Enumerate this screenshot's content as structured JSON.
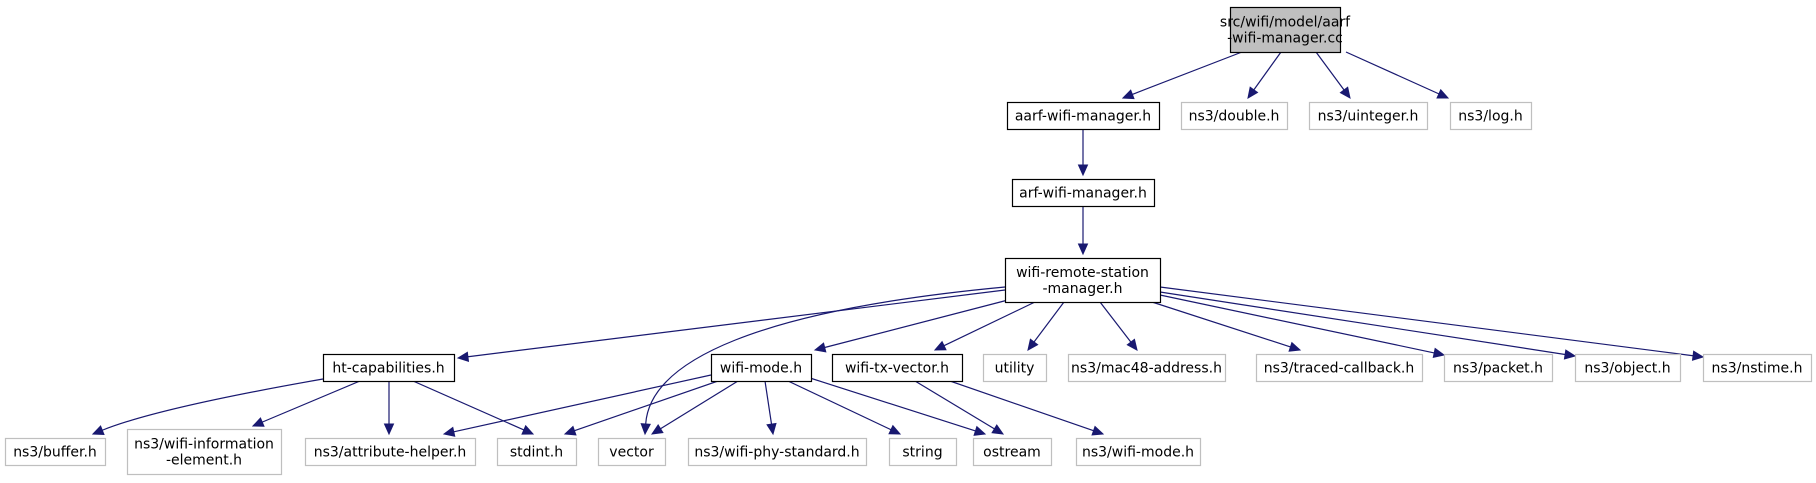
{
  "diagram": {
    "type": "include-dependency-graph",
    "colors": {
      "edge": "#191970",
      "root_fill": "#bfbfbf",
      "local_border": "#000000",
      "external_border": "#bfbfbf"
    },
    "nodes": [
      {
        "id": "aarf_cc",
        "label": "src/wifi/model/aarf\n-wifi-manager.cc",
        "kind": "root"
      },
      {
        "id": "aarf_h",
        "label": "aarf-wifi-manager.h",
        "kind": "local"
      },
      {
        "id": "double_h",
        "label": "ns3/double.h",
        "kind": "external"
      },
      {
        "id": "uinteger_h",
        "label": "ns3/uinteger.h",
        "kind": "external"
      },
      {
        "id": "log_h",
        "label": "ns3/log.h",
        "kind": "external"
      },
      {
        "id": "arf_h",
        "label": "arf-wifi-manager.h",
        "kind": "local"
      },
      {
        "id": "wrsm_h",
        "label": "wifi-remote-station\n-manager.h",
        "kind": "local"
      },
      {
        "id": "htcap_h",
        "label": "ht-capabilities.h",
        "kind": "local"
      },
      {
        "id": "wifimode_h",
        "label": "wifi-mode.h",
        "kind": "local"
      },
      {
        "id": "txvec_h",
        "label": "wifi-tx-vector.h",
        "kind": "local"
      },
      {
        "id": "utility",
        "label": "utility",
        "kind": "external"
      },
      {
        "id": "mac48_h",
        "label": "ns3/mac48-address.h",
        "kind": "external"
      },
      {
        "id": "traced_h",
        "label": "ns3/traced-callback.h",
        "kind": "external"
      },
      {
        "id": "packet_h",
        "label": "ns3/packet.h",
        "kind": "external"
      },
      {
        "id": "object_h",
        "label": "ns3/object.h",
        "kind": "external"
      },
      {
        "id": "nstime_h",
        "label": "ns3/nstime.h",
        "kind": "external"
      },
      {
        "id": "buffer_h",
        "label": "ns3/buffer.h",
        "kind": "external"
      },
      {
        "id": "wie_h",
        "label": "ns3/wifi-information\n-element.h",
        "kind": "external"
      },
      {
        "id": "attr_h",
        "label": "ns3/attribute-helper.h",
        "kind": "external"
      },
      {
        "id": "stdint_h",
        "label": "stdint.h",
        "kind": "external"
      },
      {
        "id": "vector",
        "label": "vector",
        "kind": "external"
      },
      {
        "id": "phystd_h",
        "label": "ns3/wifi-phy-standard.h",
        "kind": "external"
      },
      {
        "id": "string",
        "label": "string",
        "kind": "external"
      },
      {
        "id": "ostream",
        "label": "ostream",
        "kind": "external"
      },
      {
        "id": "nsmode_h",
        "label": "ns3/wifi-mode.h",
        "kind": "external"
      }
    ],
    "edges": [
      {
        "from": "aarf_cc",
        "to": "aarf_h"
      },
      {
        "from": "aarf_cc",
        "to": "double_h"
      },
      {
        "from": "aarf_cc",
        "to": "uinteger_h"
      },
      {
        "from": "aarf_cc",
        "to": "log_h"
      },
      {
        "from": "aarf_h",
        "to": "arf_h"
      },
      {
        "from": "arf_h",
        "to": "wrsm_h"
      },
      {
        "from": "wrsm_h",
        "to": "htcap_h"
      },
      {
        "from": "wrsm_h",
        "to": "vector"
      },
      {
        "from": "wrsm_h",
        "to": "wifimode_h"
      },
      {
        "from": "wrsm_h",
        "to": "txvec_h"
      },
      {
        "from": "wrsm_h",
        "to": "utility"
      },
      {
        "from": "wrsm_h",
        "to": "mac48_h"
      },
      {
        "from": "wrsm_h",
        "to": "traced_h"
      },
      {
        "from": "wrsm_h",
        "to": "packet_h"
      },
      {
        "from": "wrsm_h",
        "to": "object_h"
      },
      {
        "from": "wrsm_h",
        "to": "nstime_h"
      },
      {
        "from": "htcap_h",
        "to": "buffer_h"
      },
      {
        "from": "htcap_h",
        "to": "wie_h"
      },
      {
        "from": "htcap_h",
        "to": "attr_h"
      },
      {
        "from": "htcap_h",
        "to": "stdint_h"
      },
      {
        "from": "wifimode_h",
        "to": "attr_h"
      },
      {
        "from": "wifimode_h",
        "to": "stdint_h"
      },
      {
        "from": "wifimode_h",
        "to": "vector"
      },
      {
        "from": "wifimode_h",
        "to": "phystd_h"
      },
      {
        "from": "wifimode_h",
        "to": "string"
      },
      {
        "from": "wifimode_h",
        "to": "ostream"
      },
      {
        "from": "txvec_h",
        "to": "ostream"
      },
      {
        "from": "txvec_h",
        "to": "nsmode_h"
      }
    ]
  }
}
